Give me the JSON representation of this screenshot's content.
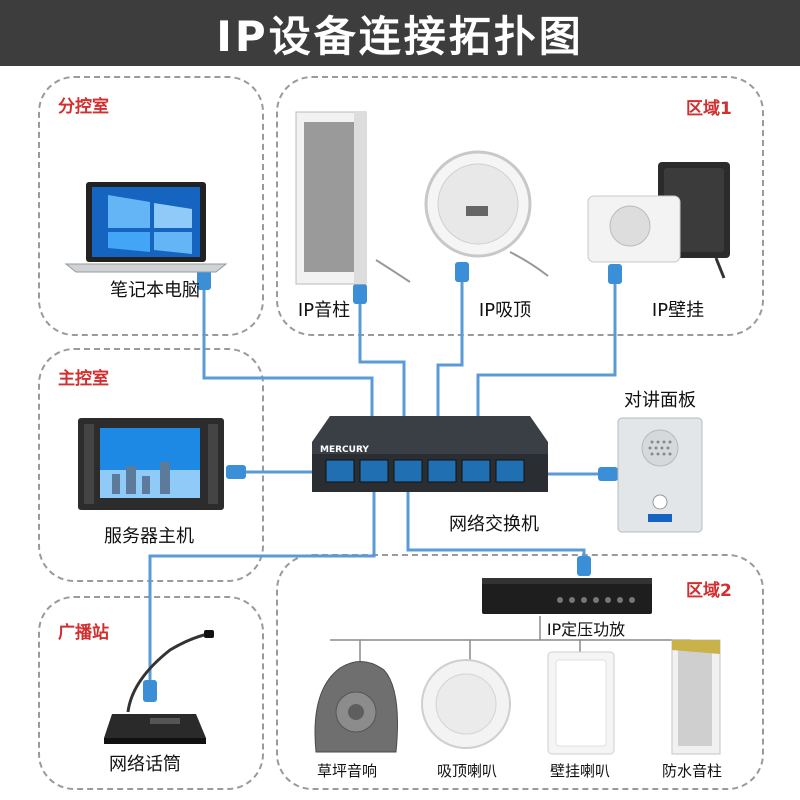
{
  "title": "IP设备连接拓扑图",
  "zones": {
    "branch_control": "分控室",
    "main_control": "主控室",
    "broadcast_station": "广播站",
    "area1": "区域1",
    "area2": "区域2"
  },
  "devices": {
    "laptop": "笔记本电脑",
    "ip_column_speaker": "IP音柱",
    "ip_ceiling_speaker": "IP吸顶",
    "ip_wall_speaker": "IP壁挂",
    "intercom_panel": "对讲面板",
    "server_host": "服务器主机",
    "network_switch": "网络交换机",
    "ip_amplifier": "IP定压功放",
    "network_microphone": "网络话筒",
    "lawn_speaker": "草坪音响",
    "ceiling_speaker": "吸顶喇叭",
    "wall_speaker": "壁挂喇叭",
    "waterproof_column": "防水音柱"
  },
  "switch_brand": "MERCURY",
  "colors": {
    "header_bg": "#3d3d3d",
    "zone_label": "#d32f2f",
    "cable": "#5b9bd5",
    "connector": "#3a8fd6"
  },
  "icons": [
    "laptop-icon",
    "column-speaker-icon",
    "ceiling-speaker-icon",
    "wall-speaker-icon",
    "intercom-icon",
    "server-icon",
    "switch-icon",
    "amplifier-icon",
    "microphone-icon",
    "lawn-speaker-icon"
  ]
}
